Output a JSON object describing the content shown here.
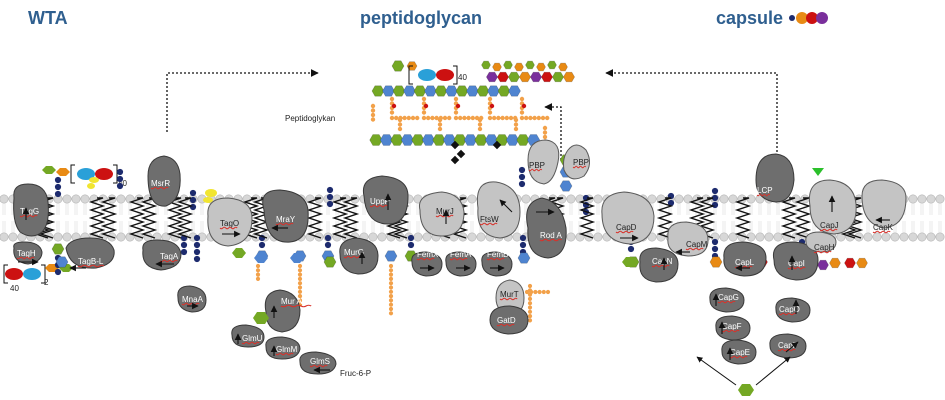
{
  "titles": {
    "wta": "WTA",
    "peptidoglycan": "peptidoglycan",
    "capsule": "capsule"
  },
  "labels": {
    "peptidoglykan": "Peptidoglykan",
    "fruc6p": "Fruc-6-P",
    "wta_n": "40",
    "wta_n2": "40",
    "pg_n": "40",
    "sub2": "2"
  },
  "proteins": {
    "tagG": "TagG",
    "tagH": "TagH",
    "tagBL": "TagB-L",
    "msrR": "MsrR",
    "tagA": "TagA",
    "tagO": "TagO",
    "mnaA": "MnaA",
    "mraY": "MraY",
    "murAF": "Mur A-F",
    "glmU": "GlmU",
    "glmM": "GlmM",
    "glmS": "GlmS",
    "uppP": "UppP",
    "murG": "MurG",
    "murJ": "MurJ",
    "femX": "FemX",
    "femA": "FemA",
    "femB": "FemB",
    "ftsW": "FtsW",
    "murT": "MurT",
    "gatD": "GatD",
    "rodA": "Rod A",
    "pbp1": "PBP",
    "pbp2": "PBP",
    "capD": "CapD",
    "capN": "CapN",
    "capM": "CapM",
    "lcp": "LCP",
    "capL": "CapL",
    "capI": "CapI",
    "capH": "CapH",
    "capJ": "CapJ",
    "capK": "CapK",
    "capG": "CapG",
    "capF": "CapF",
    "capE": "CapE",
    "capO": "CapO",
    "capP": "CapP"
  },
  "colors": {
    "title": "#2f5f8f",
    "protein_dark": "#6e6e6e",
    "protein_light": "#c4c4c4",
    "membrane": "#d7d7d7",
    "sugar_green": "#74a824",
    "sugar_blue": "#4f84d0",
    "sugar_orange": "#e88a14",
    "sugar_red": "#cc1111",
    "sugar_purple": "#7a2f9c",
    "lipid_navy": "#1d2b6e",
    "peptide_orange": "#f2a14a",
    "arrow_green": "#2bc02b"
  }
}
